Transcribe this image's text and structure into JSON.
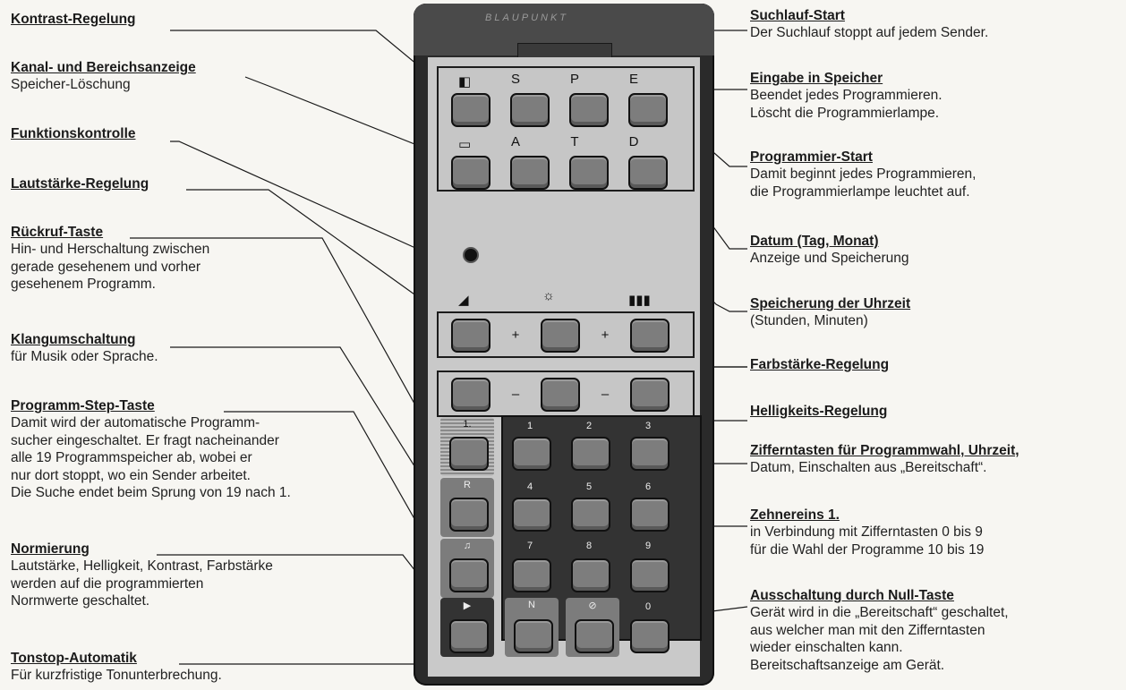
{
  "left": [
    {
      "title": "Kontrast-Regelung",
      "desc": []
    },
    {
      "title": "Kanal- und Bereichsanzeige",
      "desc": [
        "Speicher-Löschung"
      ]
    },
    {
      "title": "Funktionskontrolle",
      "desc": []
    },
    {
      "title": "Lautstärke-Regelung",
      "desc": []
    },
    {
      "title": "Rückruf-Taste",
      "desc": [
        "Hin- und Herschaltung zwischen",
        "gerade gesehenem und vorher",
        "gesehenem Programm."
      ]
    },
    {
      "title": "Klangumschaltung",
      "desc": [
        "für Musik oder Sprache."
      ]
    },
    {
      "title": "Programm-Step-Taste",
      "desc": [
        "Damit wird der automatische Programm-",
        "sucher eingeschaltet. Er fragt nacheinander",
        "alle 19 Programmspeicher ab, wobei er",
        "nur dort stoppt, wo ein Sender arbeitet.",
        "Die Suche endet beim Sprung von 19 nach 1."
      ]
    },
    {
      "title": "Normierung",
      "desc": [
        "Lautstärke, Helligkeit, Kontrast, Farbstärke",
        "werden auf die programmierten",
        "Normwerte geschaltet."
      ]
    },
    {
      "title": "Tonstop-Automatik",
      "desc": [
        "Für kurzfristige Tonunterbrechung."
      ]
    }
  ],
  "right": [
    {
      "title": "Suchlauf-Start",
      "desc": [
        "Der Suchlauf stoppt auf jedem Sender."
      ]
    },
    {
      "title": "Eingabe in Speicher",
      "desc": [
        "Beendet jedes Programmieren.",
        "Löscht die Programmierlampe."
      ]
    },
    {
      "title": "Programmier-Start",
      "desc": [
        "Damit beginnt jedes Programmieren,",
        "die Programmierlampe leuchtet auf."
      ]
    },
    {
      "title": "Datum (Tag, Monat)",
      "desc": [
        "Anzeige und Speicherung"
      ]
    },
    {
      "title": "Speicherung der Uhrzeit",
      "desc": [
        "(Stunden, Minuten)"
      ]
    },
    {
      "title": "Farbstärke-Regelung",
      "desc": []
    },
    {
      "title": "Helligkeits-Regelung",
      "desc": []
    },
    {
      "title": "Zifferntasten für Programmwahl, Uhrzeit,",
      "desc": [
        "Datum, Einschalten aus „Bereitschaft“."
      ]
    },
    {
      "title": "Zehnereins 1.",
      "desc": [
        "in Verbindung mit Zifferntasten 0 bis 9",
        "für die Wahl der Programme 10 bis 19"
      ]
    },
    {
      "title": "Ausschaltung durch Null-Taste",
      "desc": [
        "Gerät wird in die „Bereitschaft“ geschaltet,",
        "aus welcher man mit den Zifferntasten",
        "wieder einschalten kann.",
        "Bereitschaftsanzeige am Gerät."
      ]
    }
  ],
  "remote": {
    "brand": "BLAUPUNKT",
    "top_row": [
      "S",
      "P",
      "E"
    ],
    "second_row": [
      "A",
      "T",
      "D"
    ],
    "plus": "+",
    "minus": "–",
    "digits": [
      "1",
      "2",
      "3",
      "4",
      "5",
      "6",
      "7",
      "8",
      "9",
      "0"
    ],
    "tens_key": "1.",
    "recall_key": "R",
    "normalize_key": "N"
  }
}
